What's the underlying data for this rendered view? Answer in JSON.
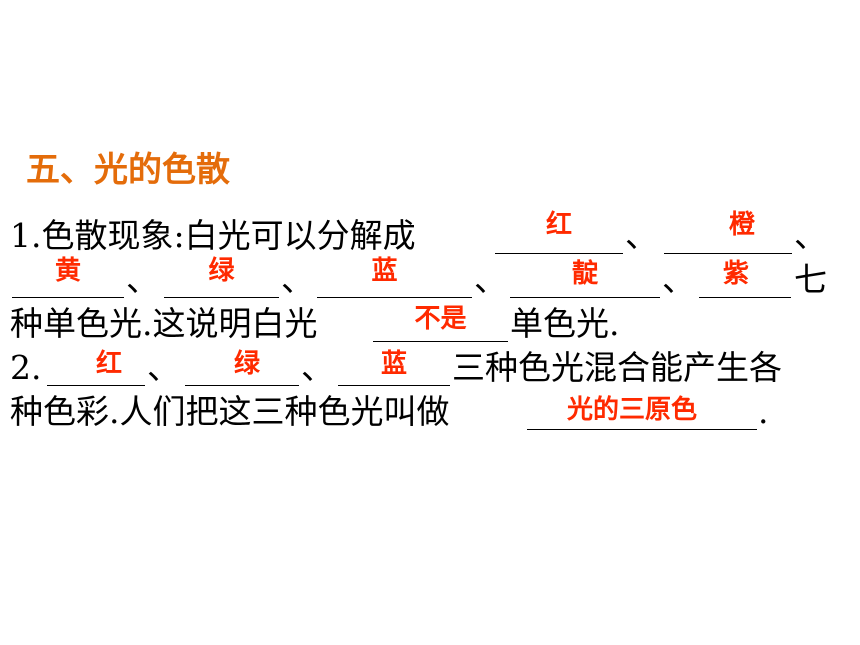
{
  "heading": "五、光的色散",
  "q1": {
    "line1_text": "1.色散现象:白光可以分解成",
    "sep_a": "、",
    "sep_b": "、",
    "sep_c": "、",
    "sep_d": "、",
    "sep_e": "、",
    "sep_f": "、",
    "line2_end": "七",
    "line3_start": "种单色光.这说明白光",
    "line3_end": "单色光."
  },
  "q2": {
    "start": "2.",
    "sep_a": "、",
    "sep_b": "、",
    "line1_end": "三种色光混合能产生各",
    "line2_start": "种色彩.人们把这三种色光叫做",
    "line2_end": "."
  },
  "answers": {
    "red": "红",
    "orange": "橙",
    "yellow": "黄",
    "green": "绿",
    "blue": "蓝",
    "indigo": "靛",
    "violet": "紫",
    "not_is": "不是",
    "q2_red": "红",
    "q2_green": "绿",
    "q2_blue": "蓝",
    "primary_colors": "光的三原色"
  },
  "colors": {
    "heading": "#e46c0a",
    "answer": "#ff2a00",
    "text": "#000000"
  }
}
